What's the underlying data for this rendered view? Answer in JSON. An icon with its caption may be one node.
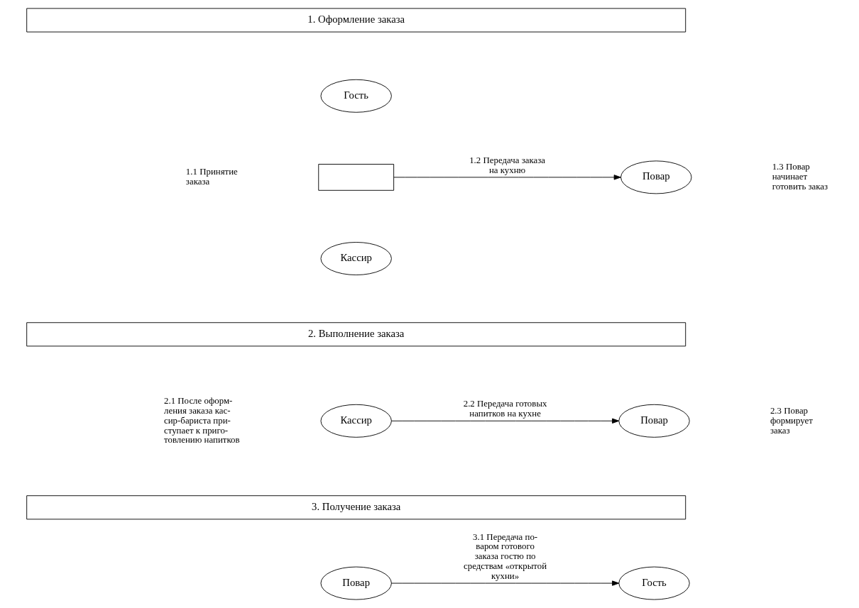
{
  "diagram": {
    "nodes": [
      {
        "text": [
          "1. Оформление заказа"
        ]
      },
      {
        "text": [
          "Гость"
        ]
      },
      {
        "text": [],
        "shape": "box"
      },
      {
        "text": [
          "Кассир"
        ]
      },
      {
        "text": [
          "Повар"
        ]
      },
      {
        "text": [
          "2. Выполнение заказа"
        ]
      },
      {
        "text": [
          "Кассир"
        ]
      },
      {
        "text": [
          "Повар"
        ]
      },
      {
        "text": [
          "3. Получение заказа"
        ]
      },
      {
        "text": [
          "Повар"
        ]
      },
      {
        "text": [
          "Гость"
        ]
      }
    ],
    "edges": [
      {
        "from": 2,
        "to": 4,
        "arrow": "to",
        "label": "1.2 Передача заказа на кухню"
      },
      {
        "from": 6,
        "to": 7,
        "arrow": "to",
        "label": "2.2 Передача готовых напитков на кухне"
      },
      {
        "from": 9,
        "to": 10,
        "arrow": "to",
        "label": "3.1 Передача по- варом готового заказа гостю по средствам «открытой кухни»"
      }
    ],
    "labels": [
      "1.1 Принятие заказа",
      "1.3 Повар начинает готовить заказ",
      "2.1 После оформ- ления заказа кас- сир-бариста при- ступает к приго- товлению напитков",
      "2.3 Повар формирует заказ"
    ]
  }
}
